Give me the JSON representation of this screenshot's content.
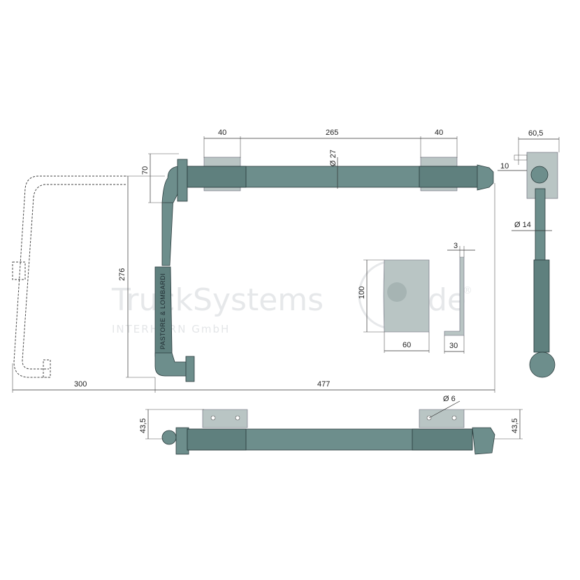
{
  "watermark": {
    "main": "TruckSystems",
    "suffix": "de",
    "registered": "®",
    "sub": "INTERHORN GmbH"
  },
  "brand_label": "PASTORE & LOMBARDI",
  "dimensions": {
    "left_plate_width": "40",
    "plate_spacing": "265",
    "right_plate_width": "40",
    "side_width": "60,5",
    "rod_diameter": "Ø 27",
    "bend_height": "70",
    "cap_offset": "10",
    "side_rod_diameter": "Ø 14",
    "overall_height": "276",
    "plate_thickness": "3",
    "plate_height": "100",
    "plate_width": "60",
    "bracket_depth": "30",
    "ghost_width": "300",
    "main_width": "477",
    "hole_diameter": "Ø 6",
    "bottom_height_left": "43,5",
    "bottom_height_right": "43,5"
  },
  "colors": {
    "part": "#6d8e8c",
    "plate": "#b9c5c4",
    "watermark": "#e6e8ea"
  }
}
